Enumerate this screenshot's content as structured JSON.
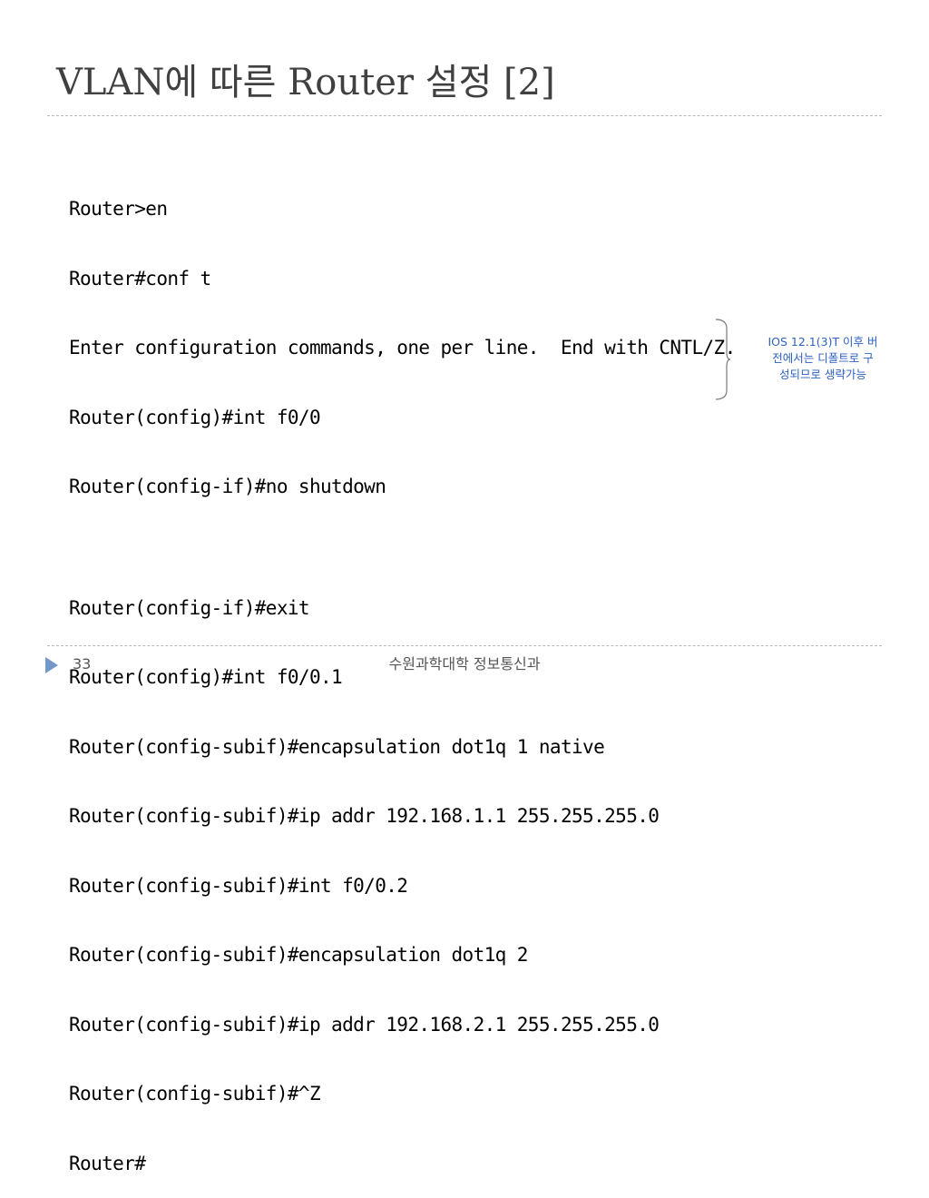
{
  "slide": {
    "title": "VLAN에 따른 Router 설정 [2]"
  },
  "code": {
    "group1": [
      "Router>en",
      "Router#conf t",
      "Enter configuration commands, one per line.  End with CNTL/Z.",
      "Router(config)#int f0/0",
      "Router(config-if)#no shutdown"
    ],
    "group2": [
      "Router(config-if)#exit",
      "Router(config)#int f0/0.1",
      "Router(config-subif)#encapsulation dot1q 1 native",
      "Router(config-subif)#ip addr 192.168.1.1 255.255.255.0",
      "Router(config-subif)#int f0/0.2",
      "Router(config-subif)#encapsulation dot1q 2",
      "Router(config-subif)#ip addr 192.168.2.1 255.255.255.0",
      "Router(config-subif)#^Z",
      "Router#"
    ]
  },
  "annotation": {
    "lines": [
      "IOS 12.1(3)T 이후 버",
      "전에서는 디폴트로 구",
      "성되므로 생략가능"
    ],
    "color": "#2e62c2"
  },
  "footer": {
    "page_number": "33",
    "text": "수원과학대학 정보통신과",
    "accent_color": "#7397c8"
  }
}
